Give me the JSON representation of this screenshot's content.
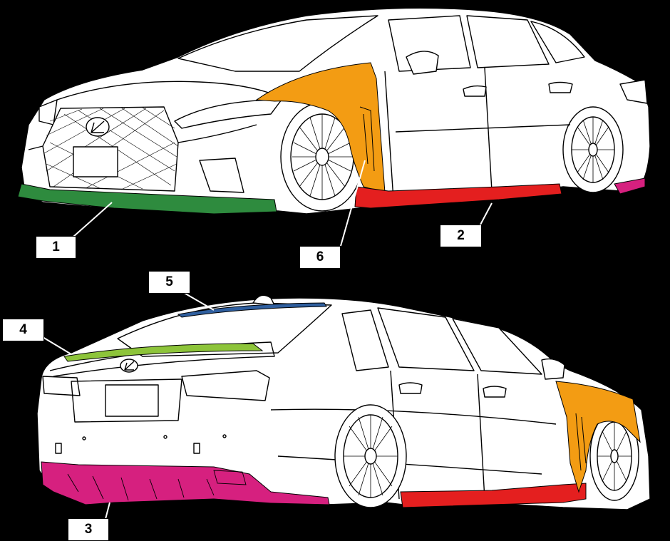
{
  "colors": {
    "background": "#000000",
    "car_body": "#ffffff",
    "line": "#000000",
    "front_lip": "#2e8b3e",
    "side_skirt": "#e41f1f",
    "rear_diffuser": "#d6207f",
    "trunk_spoiler": "#8dc43a",
    "roof_spoiler": "#2f5f9f",
    "front_fender": "#f39c13"
  },
  "callouts": [
    {
      "label": "1",
      "part": "front_lip"
    },
    {
      "label": "2",
      "part": "side_skirt"
    },
    {
      "label": "3",
      "part": "rear_diffuser"
    },
    {
      "label": "4",
      "part": "trunk_spoiler"
    },
    {
      "label": "5",
      "part": "roof_spoiler"
    },
    {
      "label": "6",
      "part": "front_fender"
    }
  ],
  "front_view": {
    "plate_text": "",
    "emblem": "lexus-emblem"
  },
  "rear_view": {
    "plate_text": "",
    "emblem": "lexus-emblem"
  }
}
